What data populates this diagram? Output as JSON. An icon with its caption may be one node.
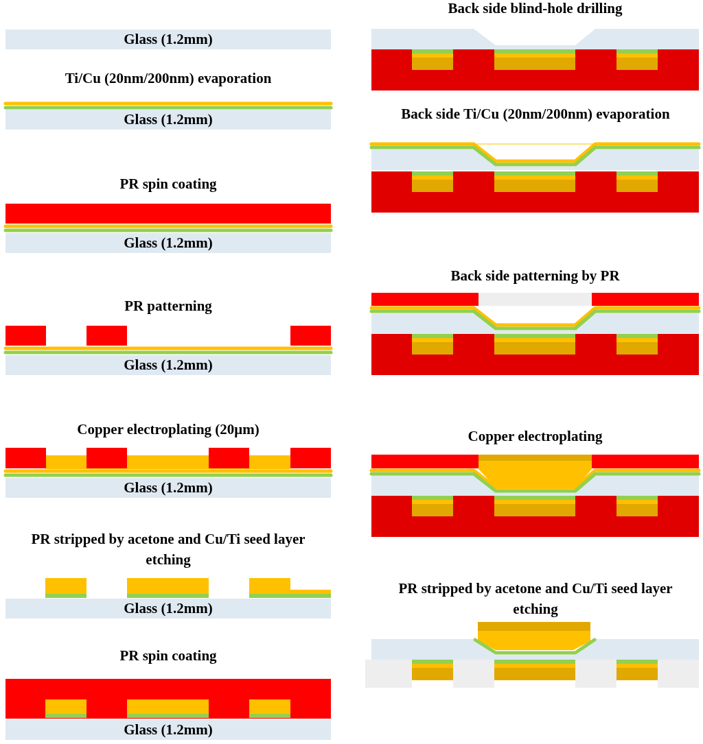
{
  "diagram": {
    "nodes": [
      {
        "text": [
          "Glass (1.2mm)"
        ]
      },
      {
        "text": [
          "Glass (1.2mm)"
        ]
      },
      {
        "text": [
          "Glass (1.2mm)"
        ]
      },
      {
        "text": [
          "Glass (1.2mm)"
        ]
      },
      {
        "text": [
          "Glass (1.2mm)"
        ]
      },
      {
        "text": [
          "Glass (1.2mm)"
        ]
      },
      {
        "text": [
          "Glass (1.2mm)"
        ]
      }
    ],
    "edges": [],
    "labels": [
      "Ti/Cu (20nm/200nm) evaporation",
      "PR spin coating",
      "PR patterning",
      "Copper electroplating (20μm)",
      "PR stripped by acetone and Cu/Ti seed layer etching",
      "PR spin coating",
      "Back side blind-hole drilling",
      "Back side Ti/Cu (20nm/200nm) evaporation",
      "Back side patterning by PR",
      "Copper electroplating",
      "PR stripped by acetone and Cu/Ti seed layer etching"
    ]
  }
}
